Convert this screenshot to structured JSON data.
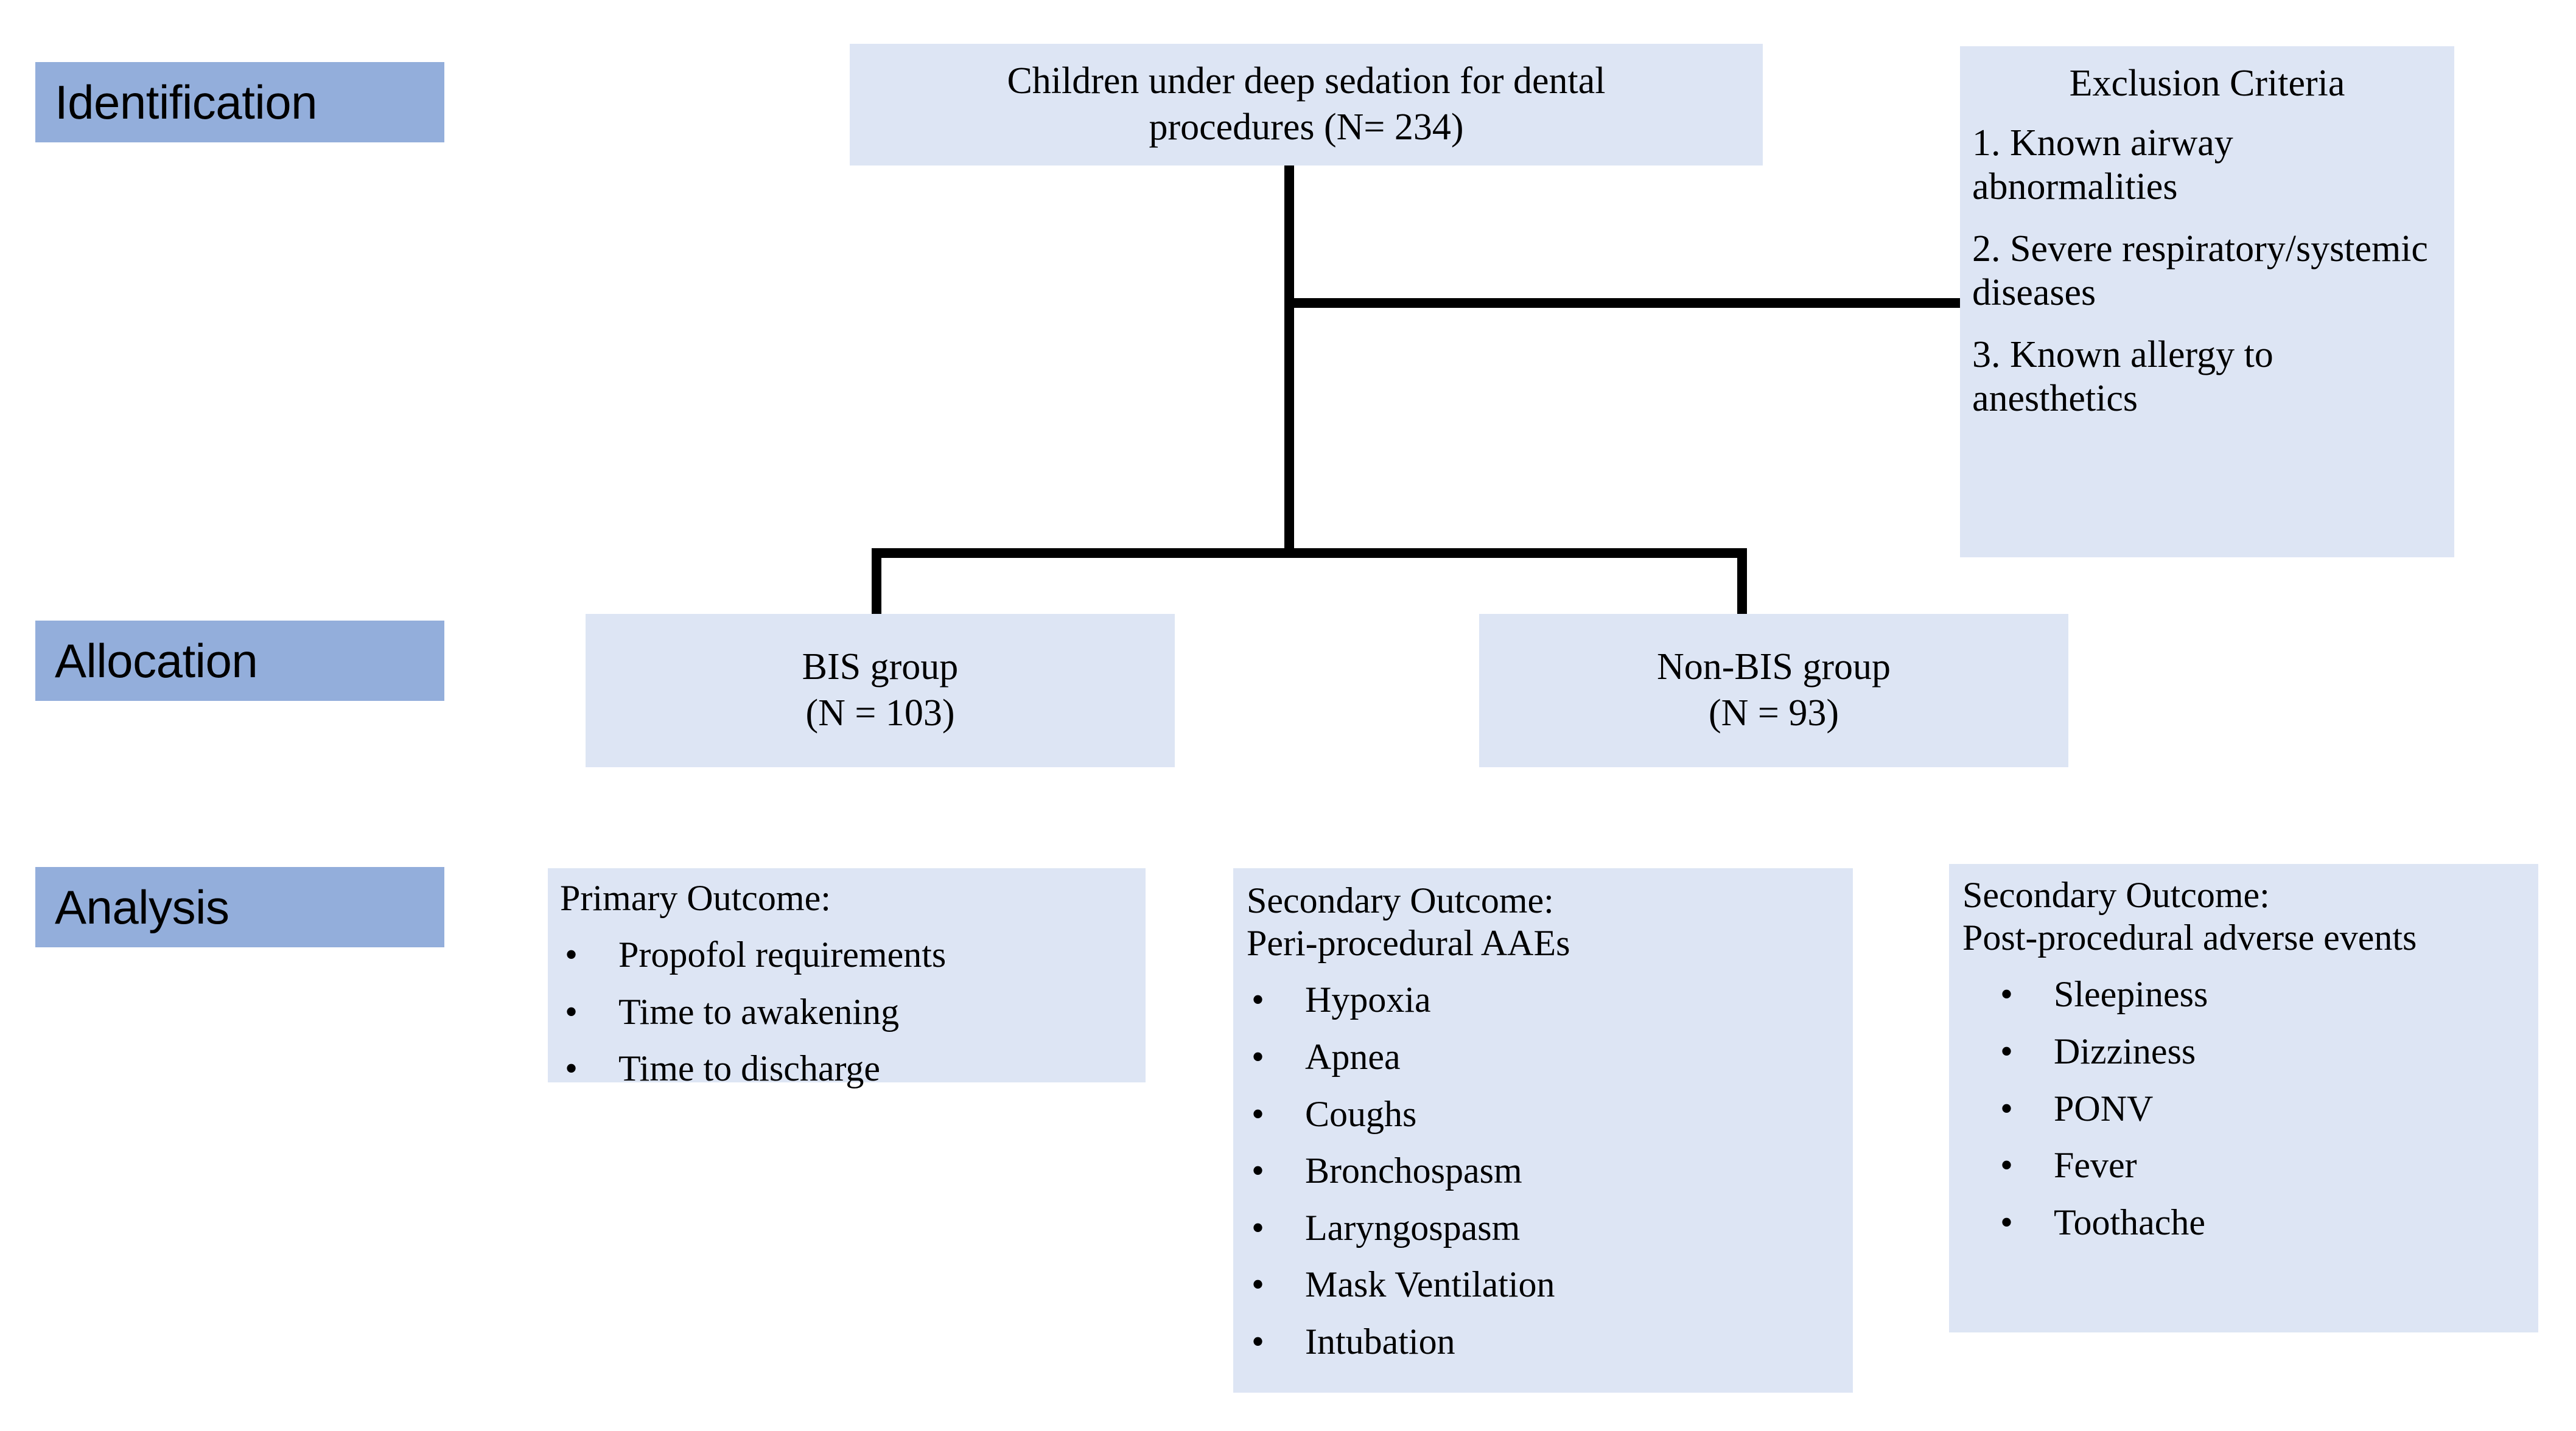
{
  "diagram": {
    "title": "Study flow diagram",
    "colors": {
      "stage_label_fill": "#93AEDB",
      "box_fill": "#DDE5F4",
      "connector": "#000000",
      "text": "#000000"
    }
  },
  "stages": [
    {
      "label": "Identification"
    },
    {
      "label": "Allocation"
    },
    {
      "label": "Analysis"
    }
  ],
  "identification": {
    "enrolled_box": {
      "line1": "Children under deep sedation for dental",
      "line2": "procedures (N= 234)",
      "n": 234
    },
    "exclusion_box": {
      "title": "Exclusion Criteria",
      "items": [
        "1. Known airway abnormalities",
        "2. Severe respiratory/systemic diseases",
        "3. Known allergy to anesthetics"
      ]
    }
  },
  "allocation": {
    "groups": [
      {
        "name": "BIS group",
        "count_label": "(N = 103)",
        "n": 103
      },
      {
        "name": "Non-BIS group",
        "count_label": "(N = 93)",
        "n": 93
      }
    ]
  },
  "analysis": {
    "primary": {
      "heading": "Primary Outcome:",
      "items": [
        "Propofol requirements",
        "Time to awakening",
        "Time to discharge"
      ]
    },
    "secondary_peri": {
      "heading": "Secondary Outcome:\nPeri-procedural AAEs",
      "items": [
        "Hypoxia",
        "Apnea",
        "Coughs",
        "Bronchospasm",
        "Laryngospasm",
        "Mask Ventilation",
        "Intubation"
      ]
    },
    "secondary_post": {
      "heading": "Secondary Outcome:\nPost-procedural adverse events",
      "items": [
        "Sleepiness",
        "Dizziness",
        "PONV",
        "Fever",
        "Toothache"
      ]
    }
  },
  "glyphs": {
    "bullet": "•"
  }
}
